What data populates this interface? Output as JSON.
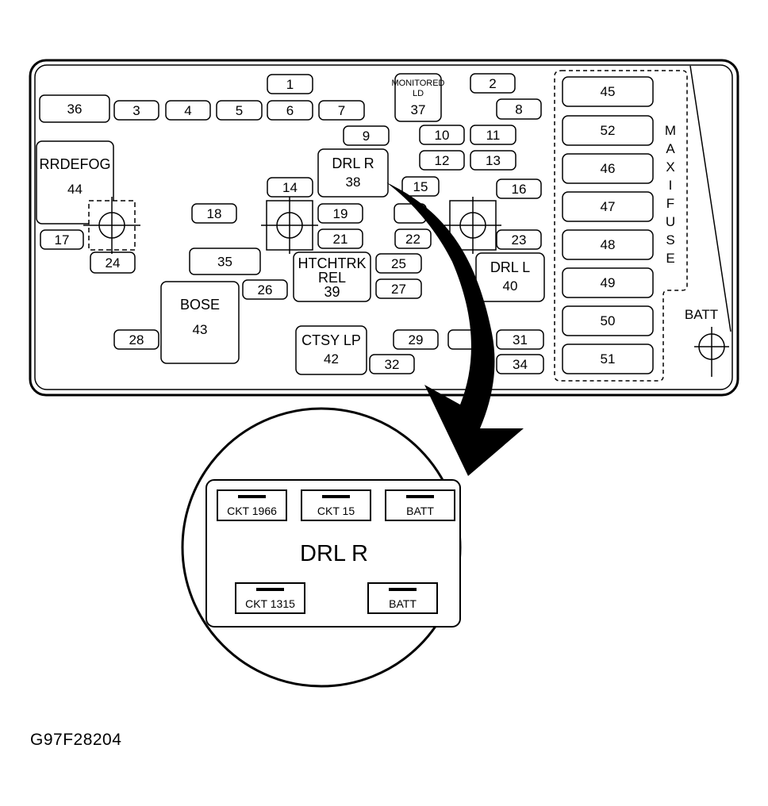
{
  "colors": {
    "ink": "#000000",
    "background": "#ffffff"
  },
  "panel": {
    "fuses": {
      "f1": "1",
      "f2": "2",
      "f3": "3",
      "f4": "4",
      "f5": "5",
      "f6": "6",
      "f7": "7",
      "f8": "8",
      "f9": "9",
      "f10": "10",
      "f11": "11",
      "f12": "12",
      "f13": "13",
      "f14": "14",
      "f15": "15",
      "f16": "16",
      "f17": "17",
      "f18": "18",
      "f19": "19",
      "f21": "21",
      "f22": "22",
      "f23": "23",
      "f24": "24",
      "f25": "25",
      "f26": "26",
      "f27": "27",
      "f28": "28",
      "f29": "29",
      "f31": "31",
      "f32": "32",
      "f34": "34",
      "f35": "35",
      "f36": "36"
    },
    "relays": {
      "r37": {
        "name": "MONITORED",
        "name2": "LD",
        "number": "37"
      },
      "r38": {
        "name": "DRL R",
        "number": "38"
      },
      "r39": {
        "name": "HTCHTRK",
        "name2": "REL",
        "number": "39"
      },
      "r40": {
        "name": "DRL L",
        "number": "40"
      },
      "r42": {
        "name": "CTSY LP",
        "number": "42"
      },
      "r43": {
        "name": "BOSE",
        "number": "43"
      },
      "r44": {
        "name": "RRDEFOG",
        "number": "44"
      }
    },
    "maxi_fuses": {
      "m45": "45",
      "m52": "52",
      "m46": "46",
      "m47": "47",
      "m48": "48",
      "m49": "49",
      "m50": "50",
      "m51": "51"
    },
    "maxi_label": [
      "M",
      "A",
      "X",
      "I",
      "F",
      "U",
      "S",
      "E"
    ],
    "batt_label": "BATT"
  },
  "detail": {
    "title": "DRL R",
    "terminals": {
      "t1": "CKT 1966",
      "t2": "CKT 15",
      "t3": "BATT",
      "t4": "CKT 1315",
      "t5": "BATT"
    }
  },
  "caption": "G97F28204"
}
